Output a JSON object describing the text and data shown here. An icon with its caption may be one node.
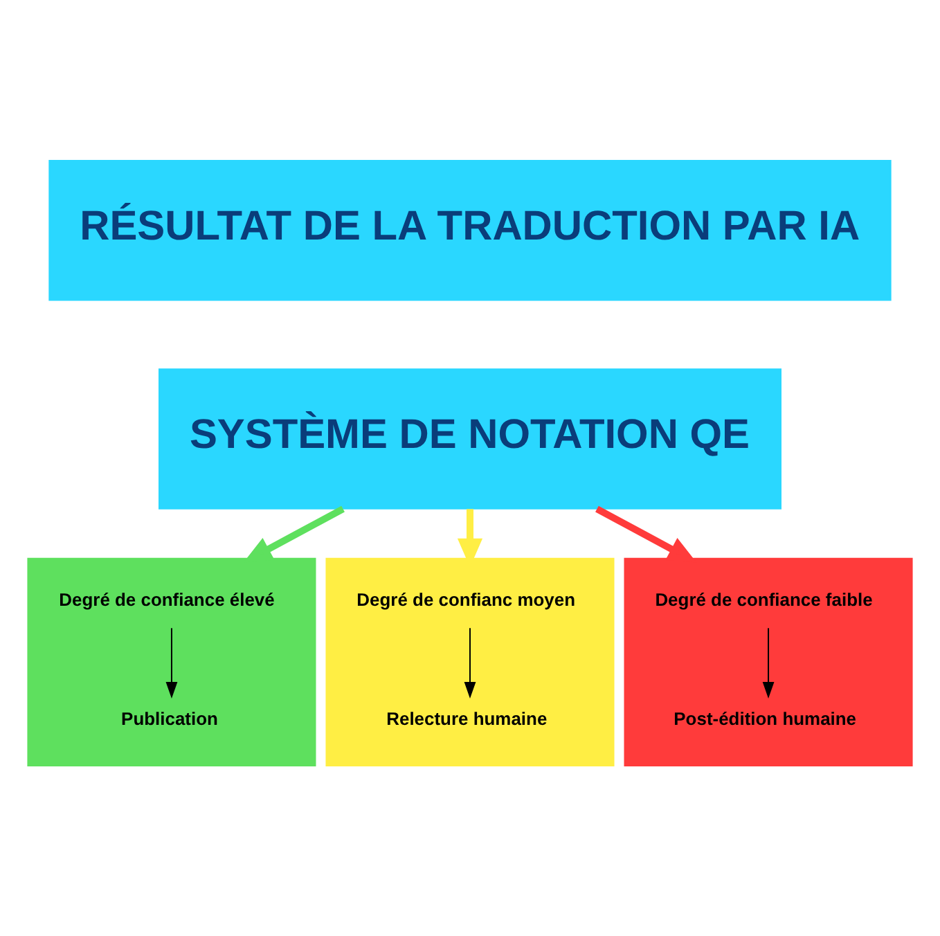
{
  "diagram": {
    "nodes": [
      {
        "text": [
          "RÉSULTAT DE LA TRADUCTION PAR IA"
        ]
      },
      {
        "text": [
          "SYSTÈME DE NOTATION QE"
        ]
      },
      {
        "text": [],
        "shape": "box"
      },
      {
        "text": [
          "Degré de confiance élevé"
        ],
        "in": 2
      },
      {
        "text": [
          "Publication"
        ],
        "in": 2
      },
      {
        "text": [],
        "shape": "box"
      },
      {
        "text": [
          "Degré de confianc moyen"
        ],
        "in": 5
      },
      {
        "text": [
          "Relecture humaine"
        ],
        "in": 5
      },
      {
        "text": [],
        "shape": "box"
      },
      {
        "text": [
          "Degré de confiance faible"
        ],
        "in": 8
      },
      {
        "text": [
          "Post-édition humaine"
        ],
        "in": 8
      }
    ],
    "edges": [
      {
        "from": 1,
        "to": 2,
        "arrow": "to",
        "style": "thick",
        "color": "#5ee05e"
      },
      {
        "from": 3,
        "to": 4,
        "arrow": "to"
      },
      {
        "from": 1,
        "to": 5,
        "arrow": "to",
        "style": "thick",
        "color": "#ffee44"
      },
      {
        "from": 6,
        "to": 7,
        "arrow": "to"
      },
      {
        "from": 1,
        "to": 8,
        "arrow": "to",
        "style": "thick",
        "color": "#ff3b3b"
      },
      {
        "from": 9,
        "to": 10,
        "arrow": "to"
      }
    ]
  }
}
